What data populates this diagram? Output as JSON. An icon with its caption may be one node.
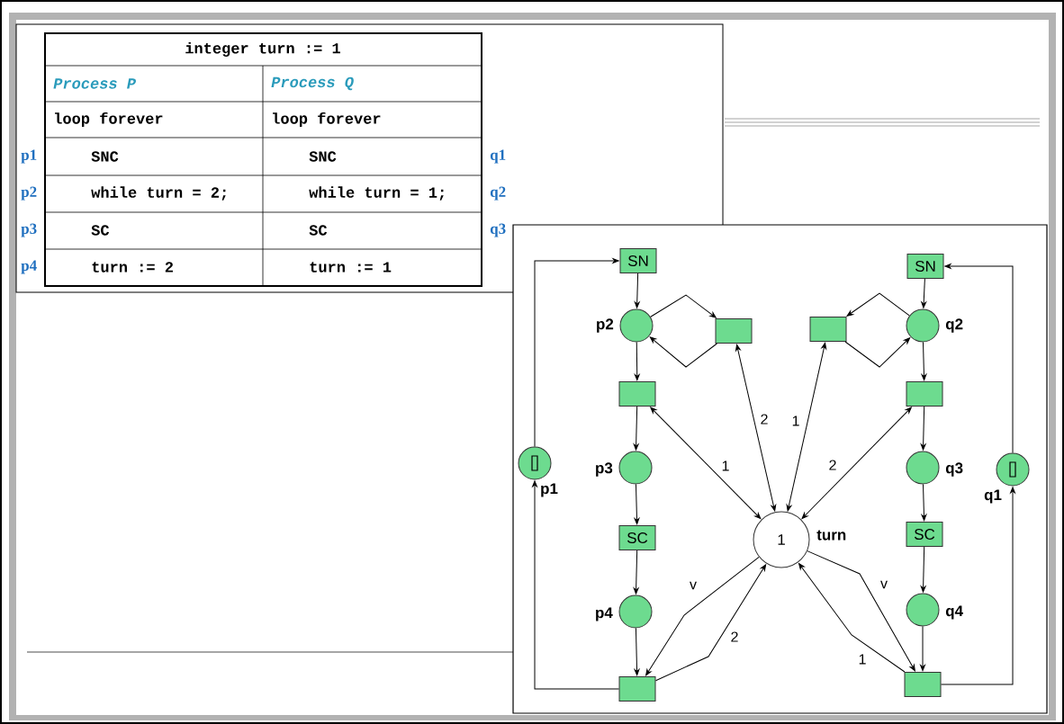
{
  "diagram": {
    "nodes": [
      {
        "text": [
          "SN"
        ]
      },
      {
        "text": [],
        "shape": "circle",
        "beside": [
          "p2"
        ]
      },
      {
        "text": [],
        "shape": "box"
      },
      {
        "text": [],
        "shape": "box"
      },
      {
        "text": [],
        "shape": "circle",
        "beside": [
          "p3"
        ]
      },
      {
        "text": [
          "SC"
        ]
      },
      {
        "text": [],
        "shape": "circle",
        "beside": [
          "p4"
        ]
      },
      {
        "text": [],
        "shape": "box"
      },
      {
        "text": [],
        "shape": "circle",
        "beside": [
          "p1"
        ]
      },
      {
        "text": [
          "1"
        ],
        "beside": [
          "turn"
        ]
      },
      {
        "text": [
          "SN"
        ]
      },
      {
        "text": [],
        "shape": "circle",
        "beside": [
          "q2"
        ]
      },
      {
        "text": [],
        "shape": "box"
      },
      {
        "text": [],
        "shape": "box"
      },
      {
        "text": [],
        "shape": "circle",
        "beside": [
          "q3"
        ]
      },
      {
        "text": [
          "SC"
        ]
      },
      {
        "text": [],
        "shape": "circle",
        "beside": [
          "q4"
        ]
      },
      {
        "text": [],
        "shape": "box"
      },
      {
        "text": [],
        "shape": "circle",
        "beside": [
          "q1"
        ]
      }
    ],
    "edges": [
      {
        "from": 8,
        "to": 0,
        "arrow": "to"
      },
      {
        "from": 0,
        "to": 1,
        "arrow": "to"
      },
      {
        "from": 1,
        "to": 2,
        "arrow": "to"
      },
      {
        "from": 2,
        "to": 1,
        "arrow": "to"
      },
      {
        "from": 1,
        "to": 3,
        "arrow": "to"
      },
      {
        "from": 3,
        "to": 4,
        "arrow": "to"
      },
      {
        "from": 4,
        "to": 5,
        "arrow": "to"
      },
      {
        "from": 5,
        "to": 6,
        "arrow": "to"
      },
      {
        "from": 6,
        "to": 7,
        "arrow": "to"
      },
      {
        "from": 7,
        "to": 8,
        "arrow": "to"
      },
      {
        "from": 3,
        "to": 9,
        "arrow": "both",
        "label": "1"
      },
      {
        "from": 2,
        "to": 9,
        "arrow": "both",
        "label": "2"
      },
      {
        "from": 9,
        "to": 7,
        "arrow": "to",
        "label": "v"
      },
      {
        "from": 7,
        "to": 9,
        "arrow": "to",
        "label": "2"
      },
      {
        "from": 18,
        "to": 10,
        "arrow": "to"
      },
      {
        "from": 10,
        "to": 11,
        "arrow": "to"
      },
      {
        "from": 11,
        "to": 12,
        "arrow": "to"
      },
      {
        "from": 12,
        "to": 11,
        "arrow": "to"
      },
      {
        "from": 11,
        "to": 13,
        "arrow": "to"
      },
      {
        "from": 13,
        "to": 14,
        "arrow": "to"
      },
      {
        "from": 14,
        "to": 15,
        "arrow": "to"
      },
      {
        "from": 15,
        "to": 16,
        "arrow": "to"
      },
      {
        "from": 16,
        "to": 17,
        "arrow": "to"
      },
      {
        "from": 17,
        "to": 18,
        "arrow": "to"
      },
      {
        "from": 12,
        "to": 9,
        "arrow": "both",
        "label": "1"
      },
      {
        "from": 13,
        "to": 9,
        "arrow": "both",
        "label": "2"
      },
      {
        "from": 9,
        "to": 17,
        "arrow": "to",
        "label": "v"
      },
      {
        "from": 17,
        "to": 9,
        "arrow": "to",
        "label": "1"
      }
    ],
    "labels": [
      "integer turn := 1",
      "Process P",
      "Process Q",
      "loop forever",
      "loop forever",
      "p1",
      "SNC",
      "SNC",
      "q1",
      "p2",
      "while turn = 2;",
      "while turn = 1;",
      "q2",
      "p3",
      "SC",
      "SC",
      "q3",
      "p4",
      "turn := 2",
      "turn := 1"
    ]
  }
}
